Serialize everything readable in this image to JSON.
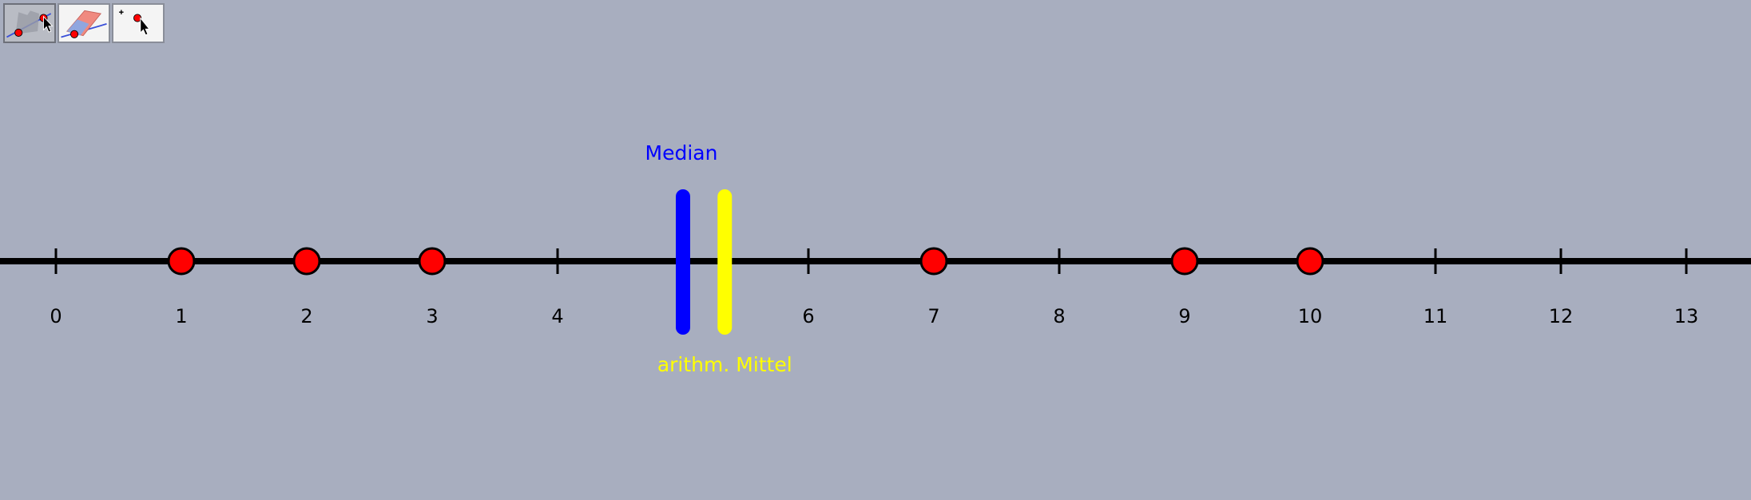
{
  "toolbar": {
    "tools": [
      {
        "name": "move-graphics-view-tool",
        "icon": "move-view-icon",
        "selected": true
      },
      {
        "name": "delete-tool",
        "icon": "eraser-icon",
        "selected": false
      },
      {
        "name": "move-point-tool",
        "icon": "move-point-icon",
        "selected": false
      }
    ]
  },
  "number_line": {
    "ticks": [
      0,
      1,
      2,
      3,
      4,
      6,
      7,
      8,
      9,
      10,
      11,
      12,
      13
    ],
    "tick_labels": [
      "0",
      "1",
      "2",
      "3",
      "4",
      "6",
      "7",
      "8",
      "9",
      "10",
      "11",
      "12",
      "13"
    ],
    "points": [
      1,
      2,
      3,
      7,
      9,
      10
    ],
    "median": 5,
    "mean": 5.333,
    "median_label": "Median",
    "mean_label": "arithm. Mittel"
  },
  "colors": {
    "background": "#a8aebf",
    "axis": "#000000",
    "point_fill": "#ff0000",
    "median": "#0000ff",
    "mean": "#ffff00"
  }
}
